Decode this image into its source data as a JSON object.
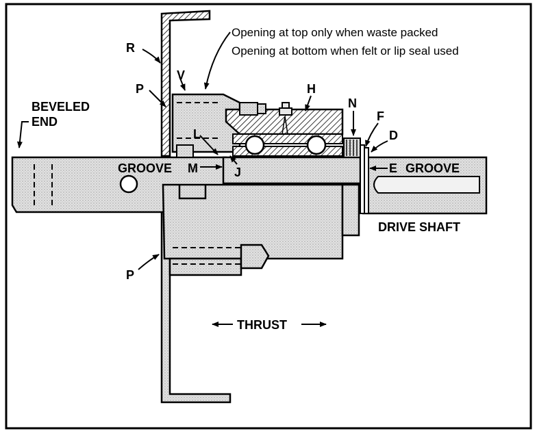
{
  "notes": {
    "line1": "Opening at top only when waste packed",
    "line2": "Opening at bottom when felt or lip seal used"
  },
  "labels": {
    "beveled_1": "BEVELED",
    "beveled_2": "END",
    "R": "R",
    "V": "V",
    "P_top": "P",
    "P_bottom": "P",
    "H": "H",
    "N": "N",
    "F": "F",
    "D": "D",
    "L": "L",
    "J": "J",
    "groove_left": "GROOVE",
    "M": "M",
    "E": "E",
    "groove_right": "GROOVE",
    "drive_shaft": "DRIVE SHAFT",
    "thrust": "THRUST"
  },
  "colors": {
    "ink": "#000000",
    "paper": "#ffffff",
    "shade": "#d9d9d9",
    "shade_dark": "#bdbdbd"
  }
}
